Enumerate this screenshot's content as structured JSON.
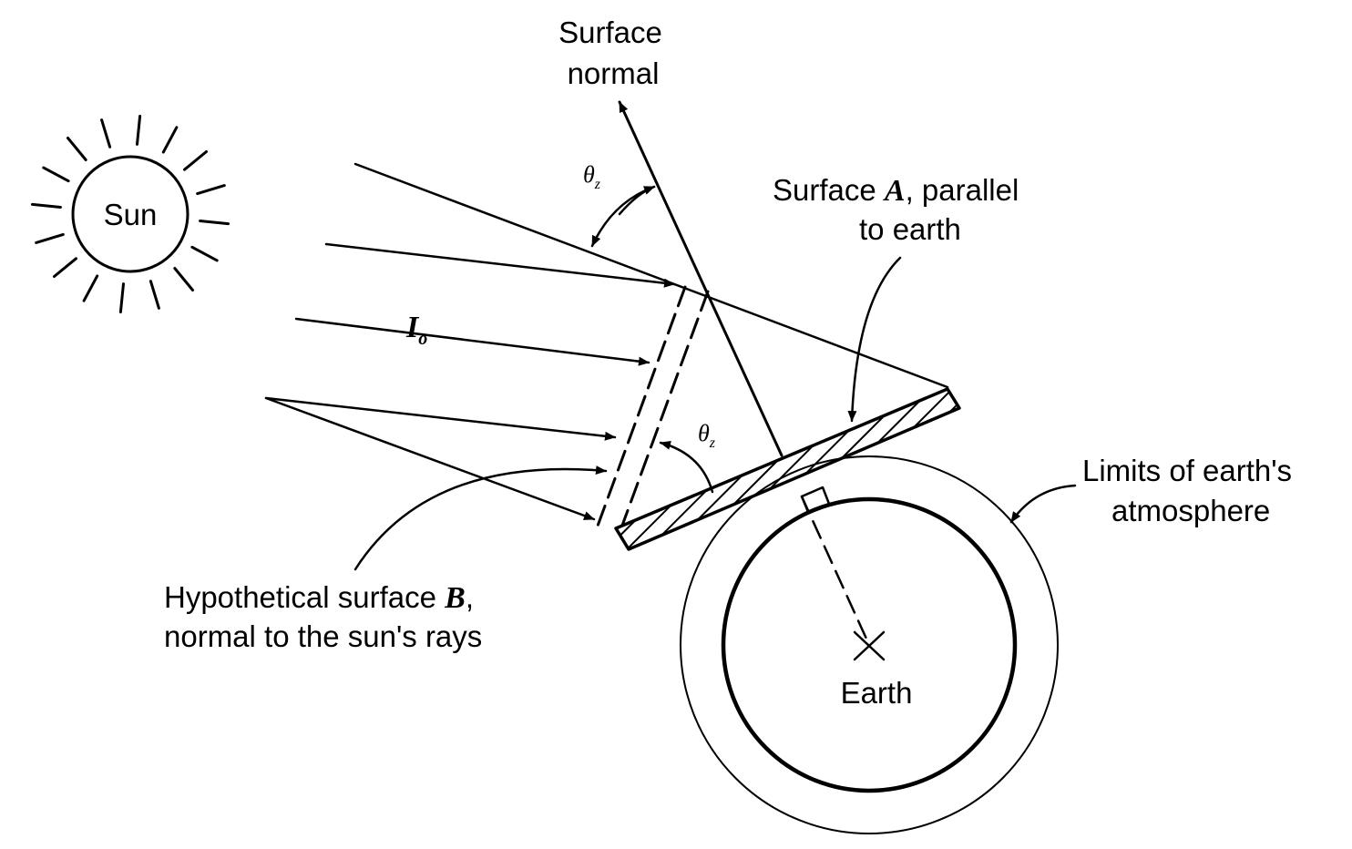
{
  "labels": {
    "sun": "Sun",
    "surface_normal_line1": "Surface",
    "surface_normal_line2": "normal",
    "theta_top": "θ",
    "theta_top_sub": "z",
    "theta_bottom": "θ",
    "theta_bottom_sub": "z",
    "intensity": "I",
    "intensity_sub": "o",
    "surface_a_line1_pre": "Surface ",
    "surface_a_symbol": "A",
    "surface_a_line1_post": ", parallel",
    "surface_a_line2": "to earth",
    "atmosphere_line1": "Limits of earth's",
    "atmosphere_line2": "atmosphere",
    "surface_b_line1_pre": "Hypothetical surface ",
    "surface_b_symbol": "B",
    "surface_b_line1_post": ",",
    "surface_b_line2": "normal to the sun's rays",
    "earth": "Earth"
  },
  "colors": {
    "ink": "#000000",
    "background": "#ffffff"
  }
}
